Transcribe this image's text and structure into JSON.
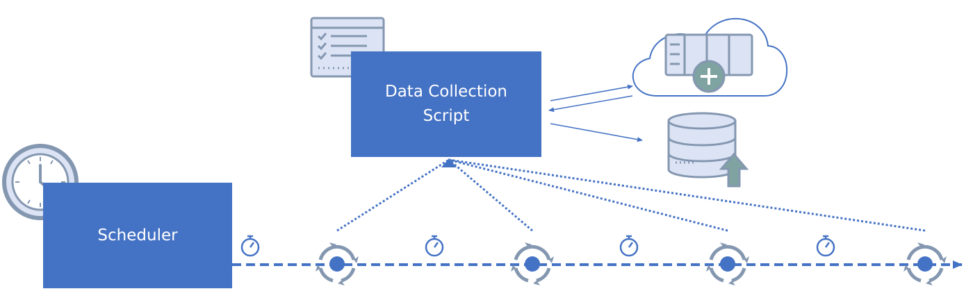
{
  "scheduler": {
    "label": "Scheduler"
  },
  "script": {
    "label_line1": "Data Collection",
    "label_line2": "Script"
  },
  "icons": {
    "clock": "clock-icon",
    "checklist": "checklist-document-icon",
    "cloud": "cloud-add-icon",
    "database": "database-upload-icon",
    "stopwatch": "stopwatch-icon",
    "cycle": "sync-cycle-icon"
  },
  "colors": {
    "box_fill": "#4472c4",
    "line": "#4472c4",
    "icon_fill": "#dbe3f4",
    "icon_stroke": "#8497b0",
    "accent_green": "#7fa3a1"
  }
}
